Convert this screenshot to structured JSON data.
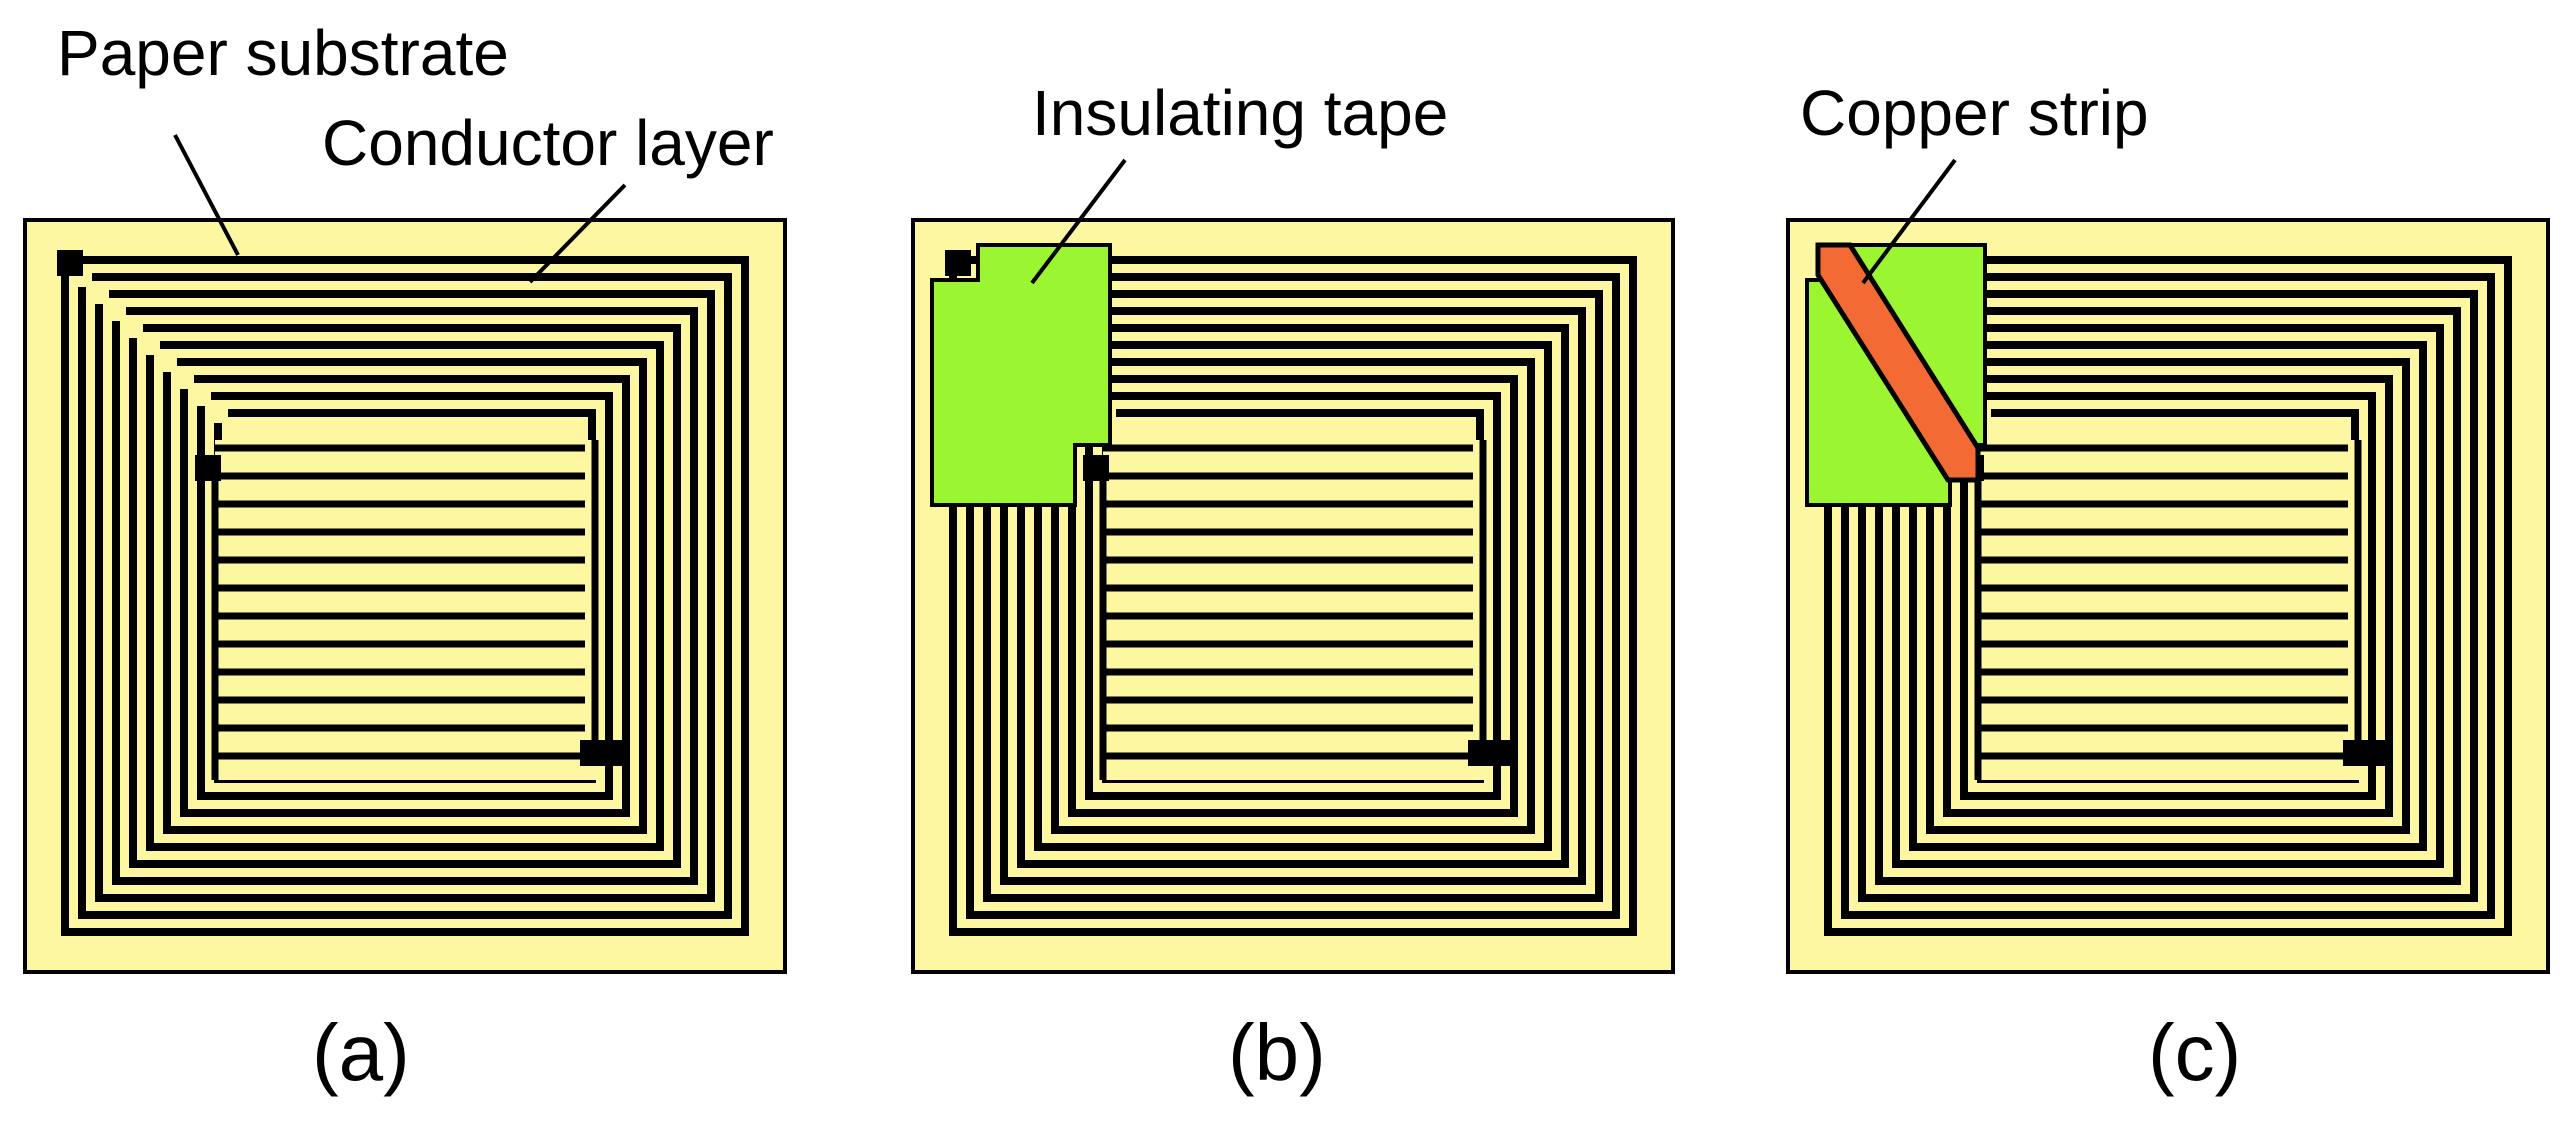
{
  "panels": [
    {
      "caption": "(a)",
      "labels": [
        "Paper substrate",
        "Conductor layer"
      ]
    },
    {
      "caption": "(b)",
      "labels": [
        "Insulating tape"
      ]
    },
    {
      "caption": "(c)",
      "labels": [
        "Copper strip"
      ]
    }
  ],
  "colors": {
    "substrate": "#fdf7a2",
    "conductor": "#000000",
    "insulating_tape": "#9bf530",
    "copper_strip": "#f46a35"
  }
}
